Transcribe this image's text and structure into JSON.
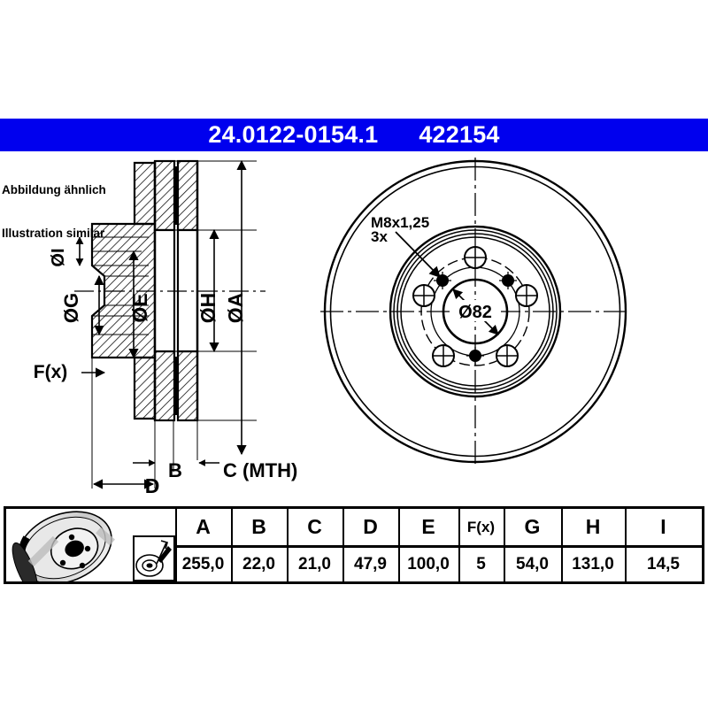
{
  "header": {
    "part_number": "24.0122-0154.1",
    "article_number": "422154",
    "bar_color": "#0000EE"
  },
  "notes": {
    "line_de": "Abbildung ähnlich",
    "line_en": "Illustration similar"
  },
  "drawing": {
    "section_view": {
      "labels": {
        "dia_i": "ØI",
        "dia_g": "ØG",
        "dia_e": "ØE",
        "dia_h": "ØH",
        "dia_a": "ØA",
        "fx": "F(x)",
        "b": "B",
        "c": "C (MTH)",
        "d": "D"
      }
    },
    "face_view": {
      "thread_spec": "M8x1,25",
      "thread_count": "3x",
      "center_bore": "Ø82",
      "bolt_holes": 5,
      "threaded_holes": 3
    }
  },
  "table": {
    "headers": [
      "A",
      "B",
      "C",
      "D",
      "E",
      "F(x)",
      "G",
      "H",
      "I"
    ],
    "values": [
      "255,0",
      "22,0",
      "21,0",
      "47,9",
      "100,0",
      "5",
      "54,0",
      "131,0",
      "14,5"
    ],
    "thumbnail_main": "brake-disc-3d-thumbnail",
    "thumbnail_detail": "measurement-detail-thumbnail"
  }
}
